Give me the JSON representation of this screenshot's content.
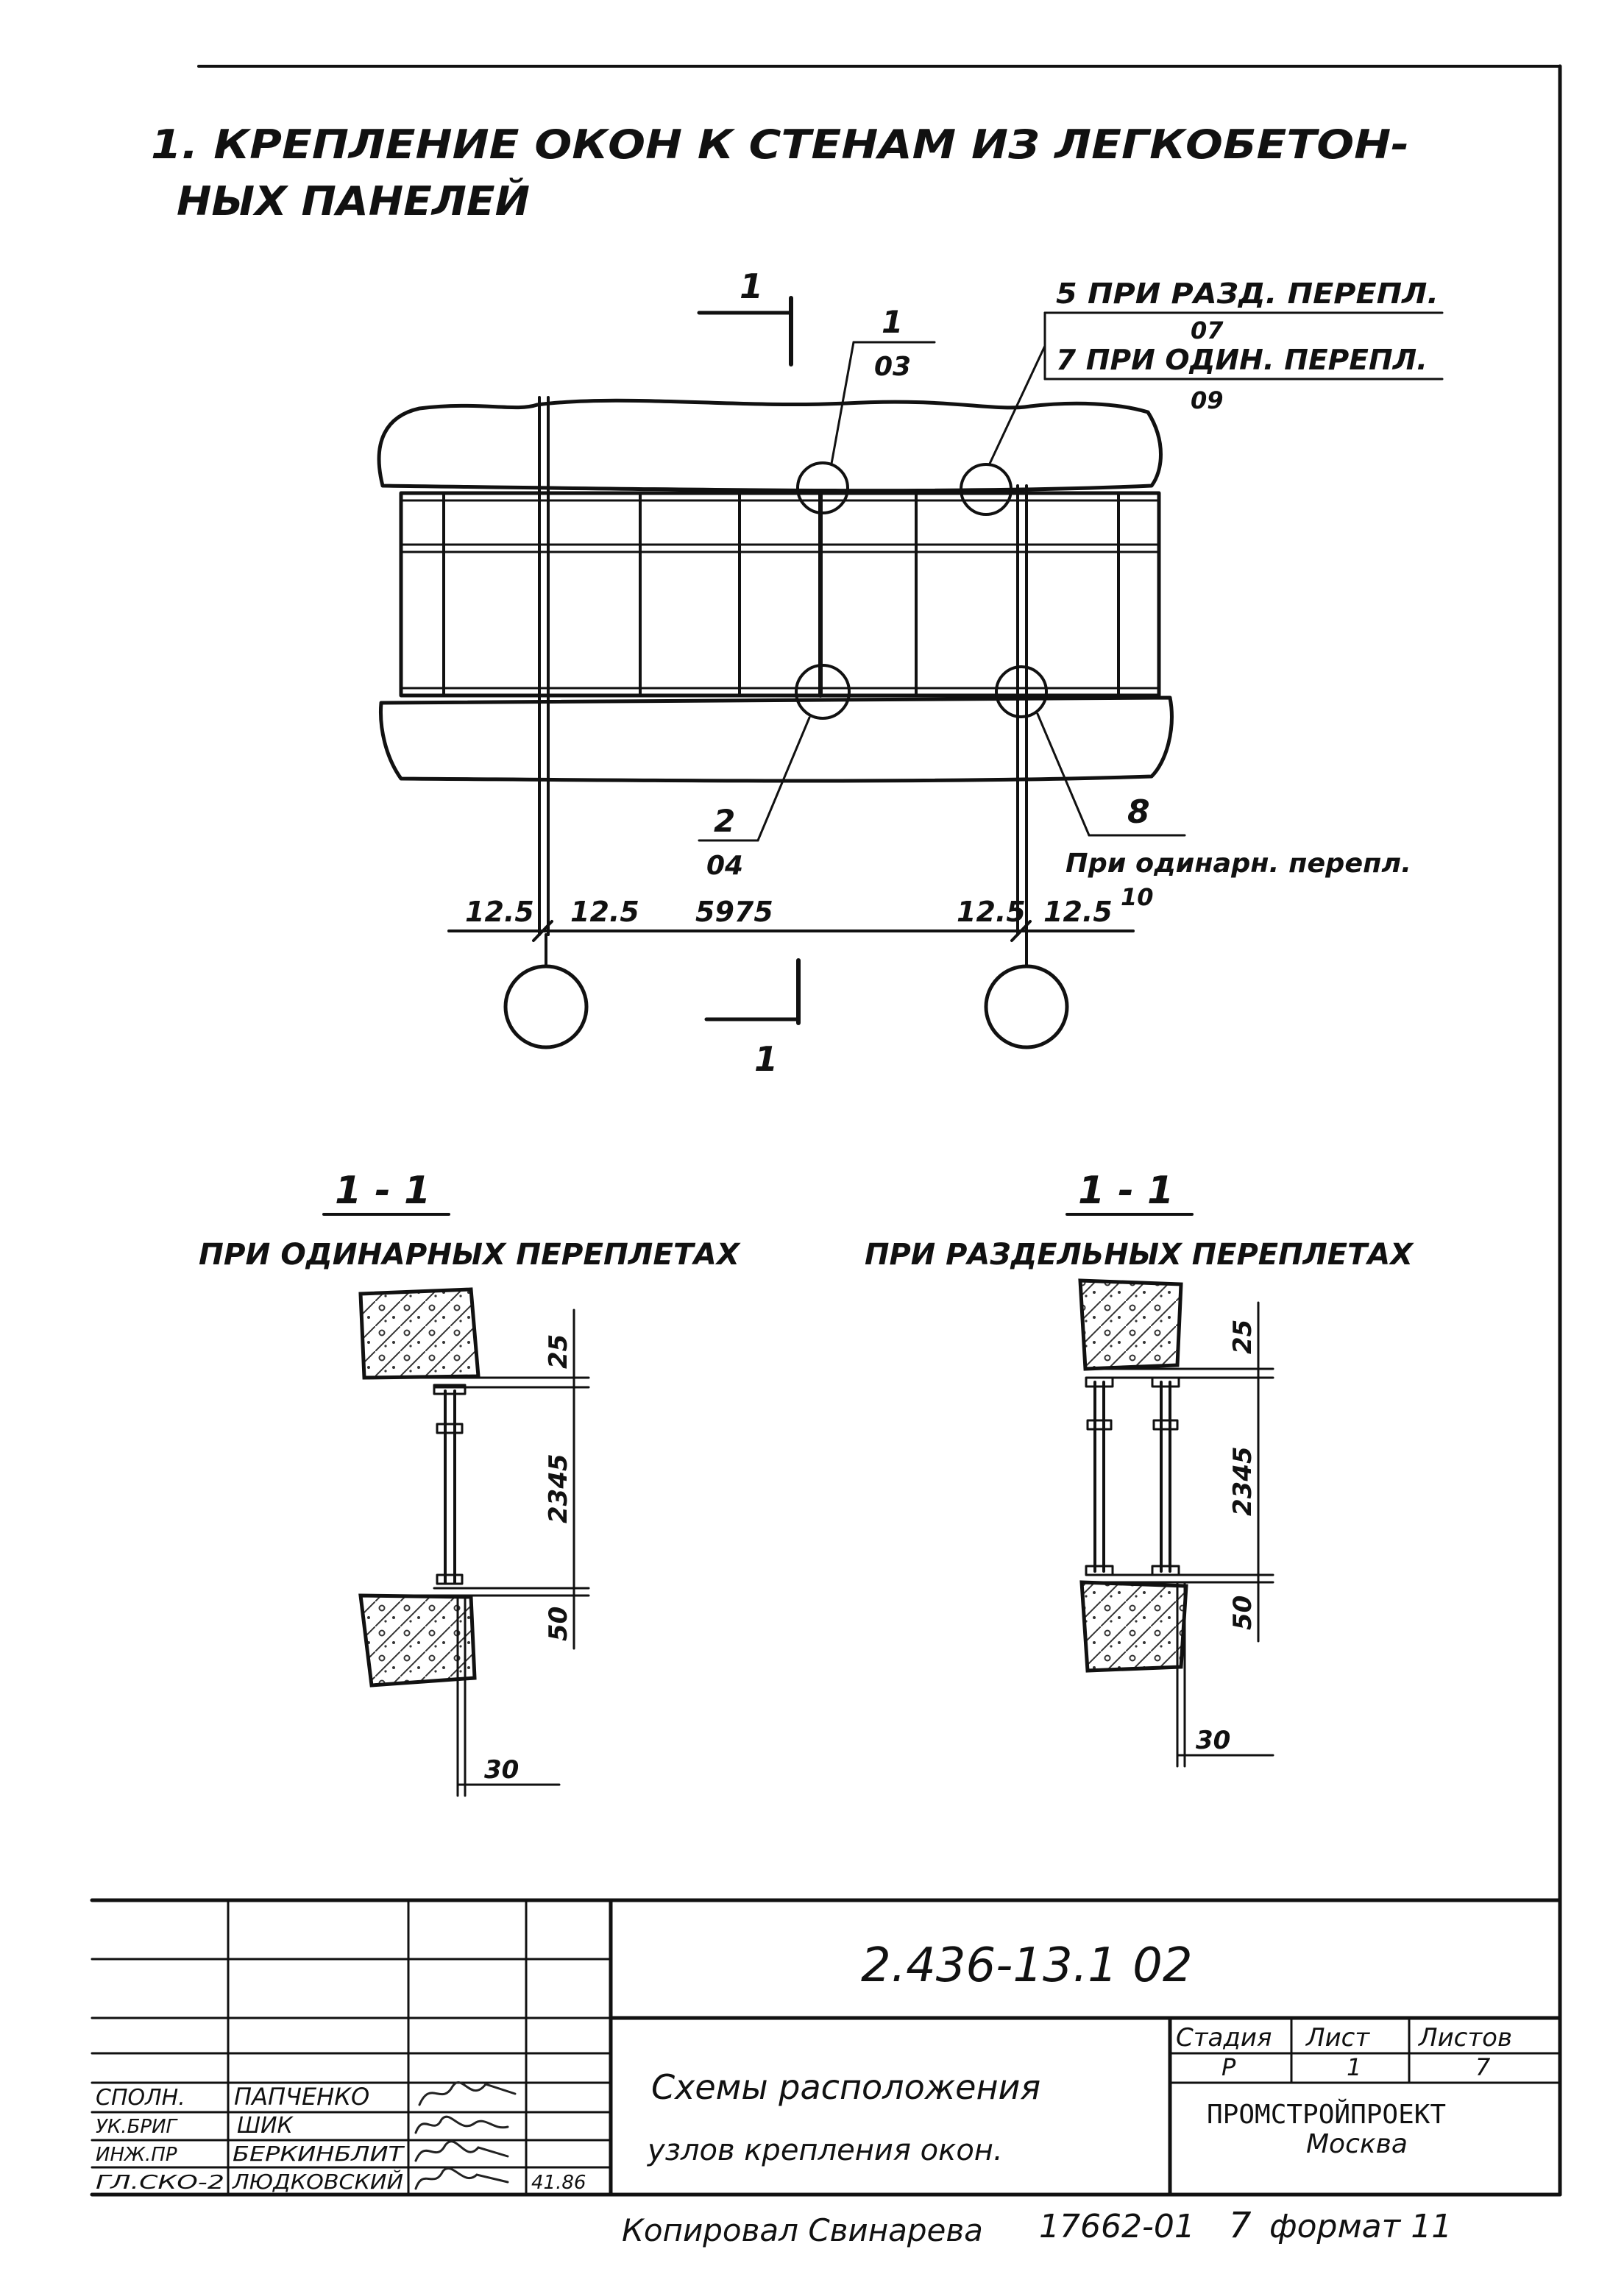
{
  "heading": {
    "line1": "1. КРЕПЛЕНИЕ   ОКОН  К  СТЕНАМ  ИЗ   ЛЕГКОБЕТОН-",
    "line2": "НЫХ   ПАНЕЛЕЙ"
  },
  "plan": {
    "section_mark_top": "1",
    "section_mark_bottom": "1",
    "node_1_num": "1",
    "node_1_sheet": "03",
    "node_5_label": "5 ПРИ РАЗД. ПЕРЕПЛ.",
    "node_5_sheet": "07",
    "node_7_label": "7 ПРИ ОДИН. ПЕРЕПЛ.",
    "node_7_sheet": "09",
    "node_2_num": "2",
    "node_2_sheet": "04",
    "node_8_num": "8",
    "node_8_label": "При одинарн. перепл.",
    "node_8_sheet": "10",
    "dims": [
      "12.5",
      "12.5",
      "5975",
      "12.5",
      "12.5"
    ]
  },
  "sections": {
    "left": {
      "title": "1 - 1",
      "subtitle": "ПРИ ОДИНАРНЫХ ПЕРЕПЛЕТАХ",
      "dim_top": "25",
      "dim_mid": "2345",
      "dim_bottom": "50",
      "dim_offset": "30"
    },
    "right": {
      "title": "1 - 1",
      "subtitle": "ПРИ РАЗДЕЛЬНЫХ ПЕРЕПЛЕТАХ",
      "dim_top": "25",
      "dim_mid": "2345",
      "dim_bottom": "50",
      "dim_offset": "30"
    }
  },
  "title_block": {
    "code": "2.436-13.1   02",
    "title_line1": "Схемы  расположения",
    "title_line2": "узлов крепления окон.",
    "stage_header": "Стадия",
    "sheet_header": "Лист",
    "sheets_header": "Листов",
    "stage": "Р",
    "sheet": "1",
    "sheets": "7",
    "org_line1": "ПРОМСТРОЙПРОЕКТ",
    "org_line2": "Москва",
    "staff": [
      {
        "role": "СПОЛН.",
        "name": "ПАПЧЕНКО"
      },
      {
        "role": "УК.БРИГ",
        "name": "ШИК"
      },
      {
        "role": "ИНЖ.ПР",
        "name": "БЕРКИНБЛИТ"
      },
      {
        "role": "ГЛ.СКО-2",
        "name": "ЛЮДКОВСКИЙ",
        "date": "41.86"
      }
    ]
  },
  "footer": {
    "copied": "Копировал  Свинарева",
    "number": "17662-01",
    "sheet_no": "7",
    "format": "формат 11"
  }
}
